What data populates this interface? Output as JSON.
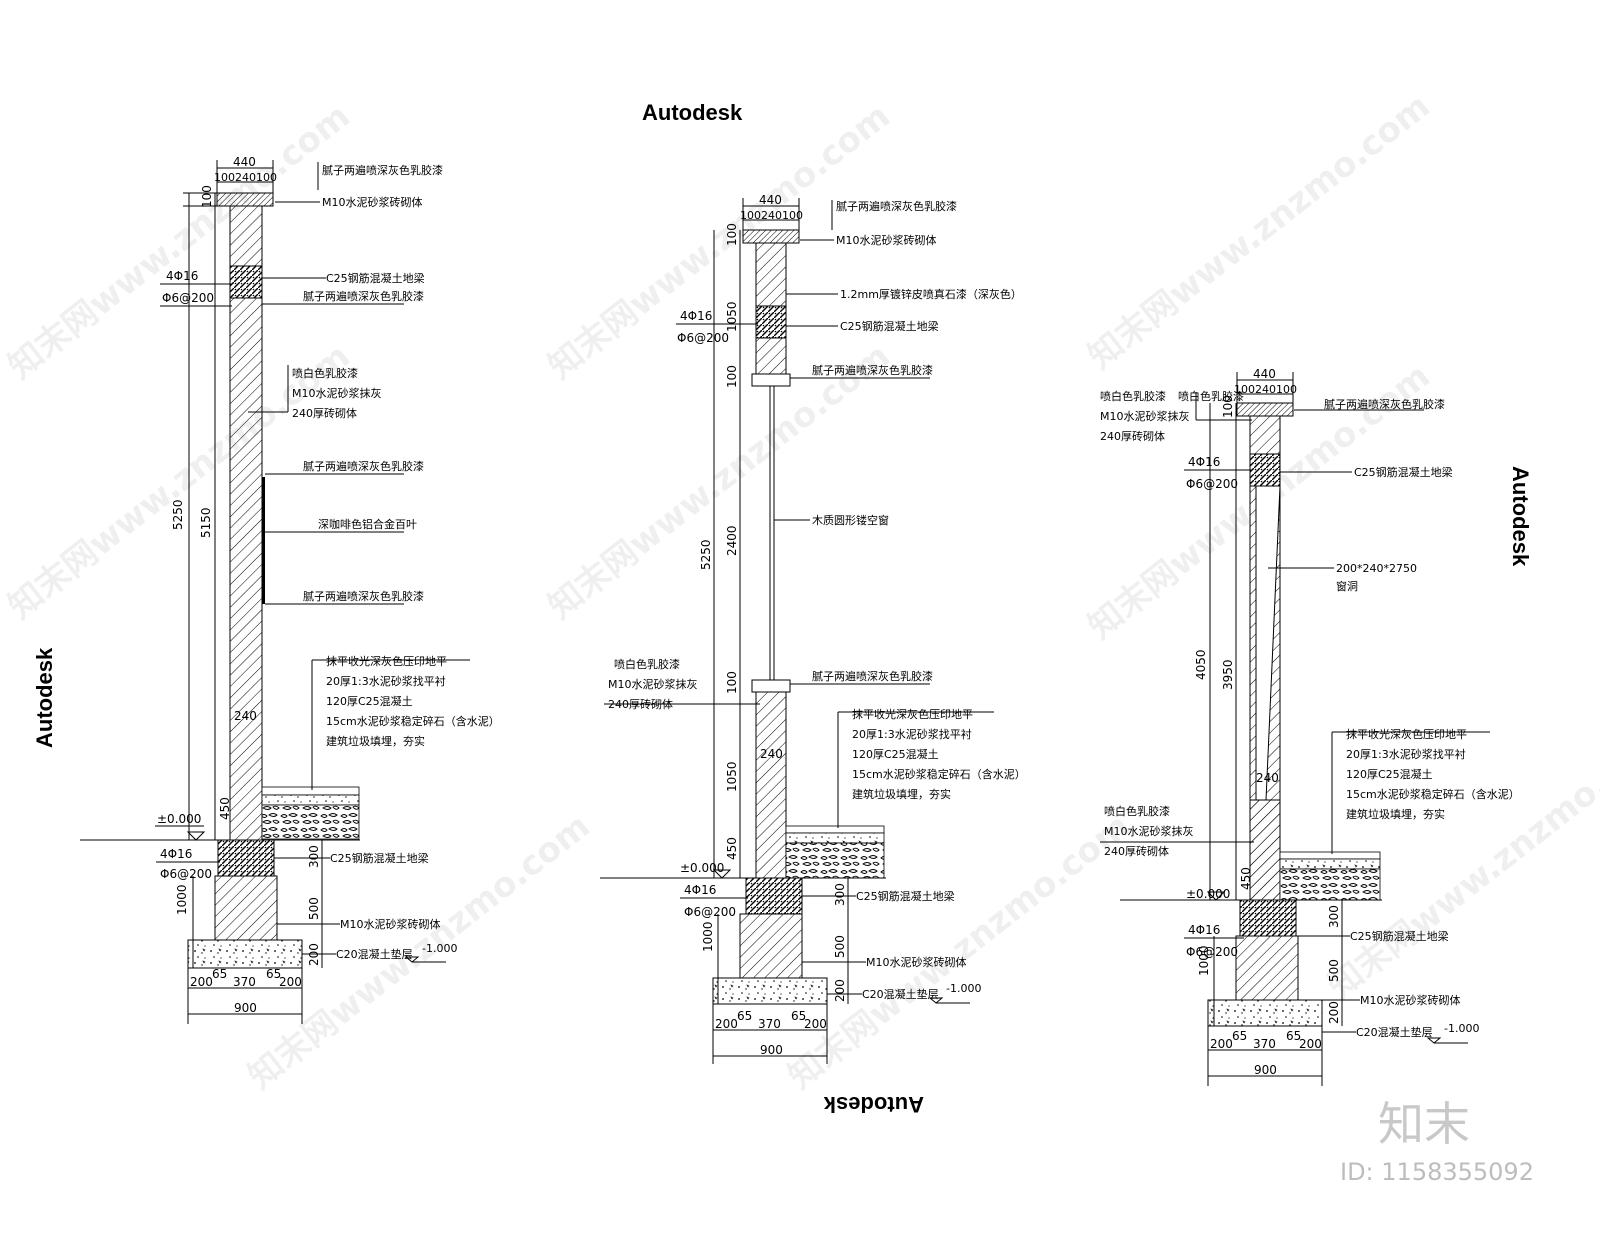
{
  "brand": {
    "top": "Autodesk",
    "left": "Autodesk",
    "right": "Autodesk",
    "bottom": "Autodesk"
  },
  "watermark": {
    "site": "知末网www.znzmo.com",
    "logo": "知末",
    "id": "ID: 1158355092"
  },
  "common": {
    "top_width": "440",
    "top_parts": "100240100",
    "cap_h": "100",
    "rebar_count": "4Φ16",
    "stirrup": "Φ6@200",
    "wall_t": "240",
    "ground": "±0.000",
    "plinth": "450",
    "beam_h": "300",
    "base_h": "500",
    "pad_h": "200",
    "found_total": "1000",
    "bottom_level": "-1.000",
    "dims_bottom": [
      "200",
      "65",
      "370",
      "65",
      "200"
    ],
    "bottom_total": "900",
    "n_cap_paint": "腻子两遍喷深灰色乳胶漆",
    "n_cap_mortar": "M10水泥砂浆砖砌体",
    "n_beam_c25": "C25钢筋混凝土地梁",
    "n_white": "喷白色乳胶漆",
    "n_plaster": "M10水泥砂浆抹灰",
    "n_brick240": "240厚砖砌体",
    "n_floor": [
      "抹平收光深灰色压印地平",
      "20厚1:3水泥砂浆找平衬",
      "120厚C25混凝土",
      "15cm水泥砂浆稳定碎石（含水泥）",
      "建筑垃圾填埋，夯实"
    ],
    "n_ground_beam": "C25钢筋混凝土地梁",
    "n_base": "M10水泥砂浆砖砌体",
    "n_pad": "C20混凝土垫层"
  },
  "section1": {
    "total_h": "5250",
    "inner_h": "5150",
    "n_louver": "深咖啡色铝合金百叶"
  },
  "section2": {
    "total_h": "5250",
    "h_upper": "1050",
    "h_mid_cap": "100",
    "h_window": "2400",
    "h_low_cap": "100",
    "h_lower": "1050",
    "n_metal": "1.2mm厚镀锌皮喷真石漆（深灰色）",
    "n_window": "木质圆形镂空窗"
  },
  "section3": {
    "total_h": "4050",
    "inner_h": "3950",
    "n_opening": "200*240*2750",
    "n_opening2": "窗洞"
  }
}
